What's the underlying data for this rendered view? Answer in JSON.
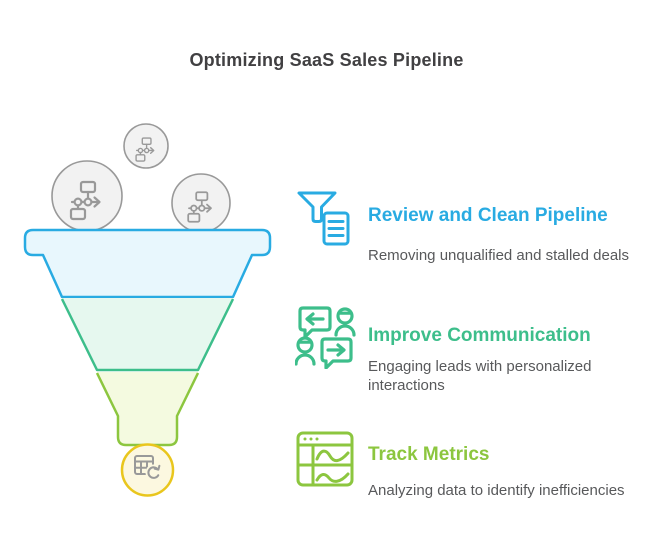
{
  "title": "Optimizing SaaS Sales Pipeline",
  "colors": {
    "blue": "#29ABE2",
    "blue_fill": "#E8F7FD",
    "green": "#3DBE8B",
    "green_fill": "#E6F8EF",
    "lime": "#8CC63F",
    "lime_fill": "#F4FAE0",
    "yellow": "#E9C61D",
    "yellow_fill": "#FCF8E0",
    "gray": "#999999",
    "gray_fill": "#F2F2F2",
    "title_text": "#414042",
    "desc_text": "#58595B"
  },
  "funnel": {
    "stages": [
      {
        "name": "top",
        "color": "#29ABE2",
        "fill": "#E8F7FD"
      },
      {
        "name": "middle",
        "color": "#3DBE8B",
        "fill": "#E6F8EF"
      },
      {
        "name": "bottom",
        "color": "#8CC63F",
        "fill": "#F4FAE0"
      }
    ],
    "input_icons": [
      "workflow-node-icon",
      "workflow-node-icon",
      "workflow-node-icon"
    ],
    "output_icon": "table-sync-icon"
  },
  "items": [
    {
      "heading": "Review and Clean Pipeline",
      "description": "Removing unqualified and stalled deals",
      "color": "#29ABE2",
      "icon": "funnel-document-icon"
    },
    {
      "heading": "Improve Communication",
      "description": "Engaging leads with personalized interactions",
      "color": "#3DBE8B",
      "icon": "chat-people-icon"
    },
    {
      "heading": "Track Metrics",
      "description": "Analyzing data to identify inefficiencies",
      "color": "#8CC63F",
      "icon": "metrics-window-icon"
    }
  ]
}
